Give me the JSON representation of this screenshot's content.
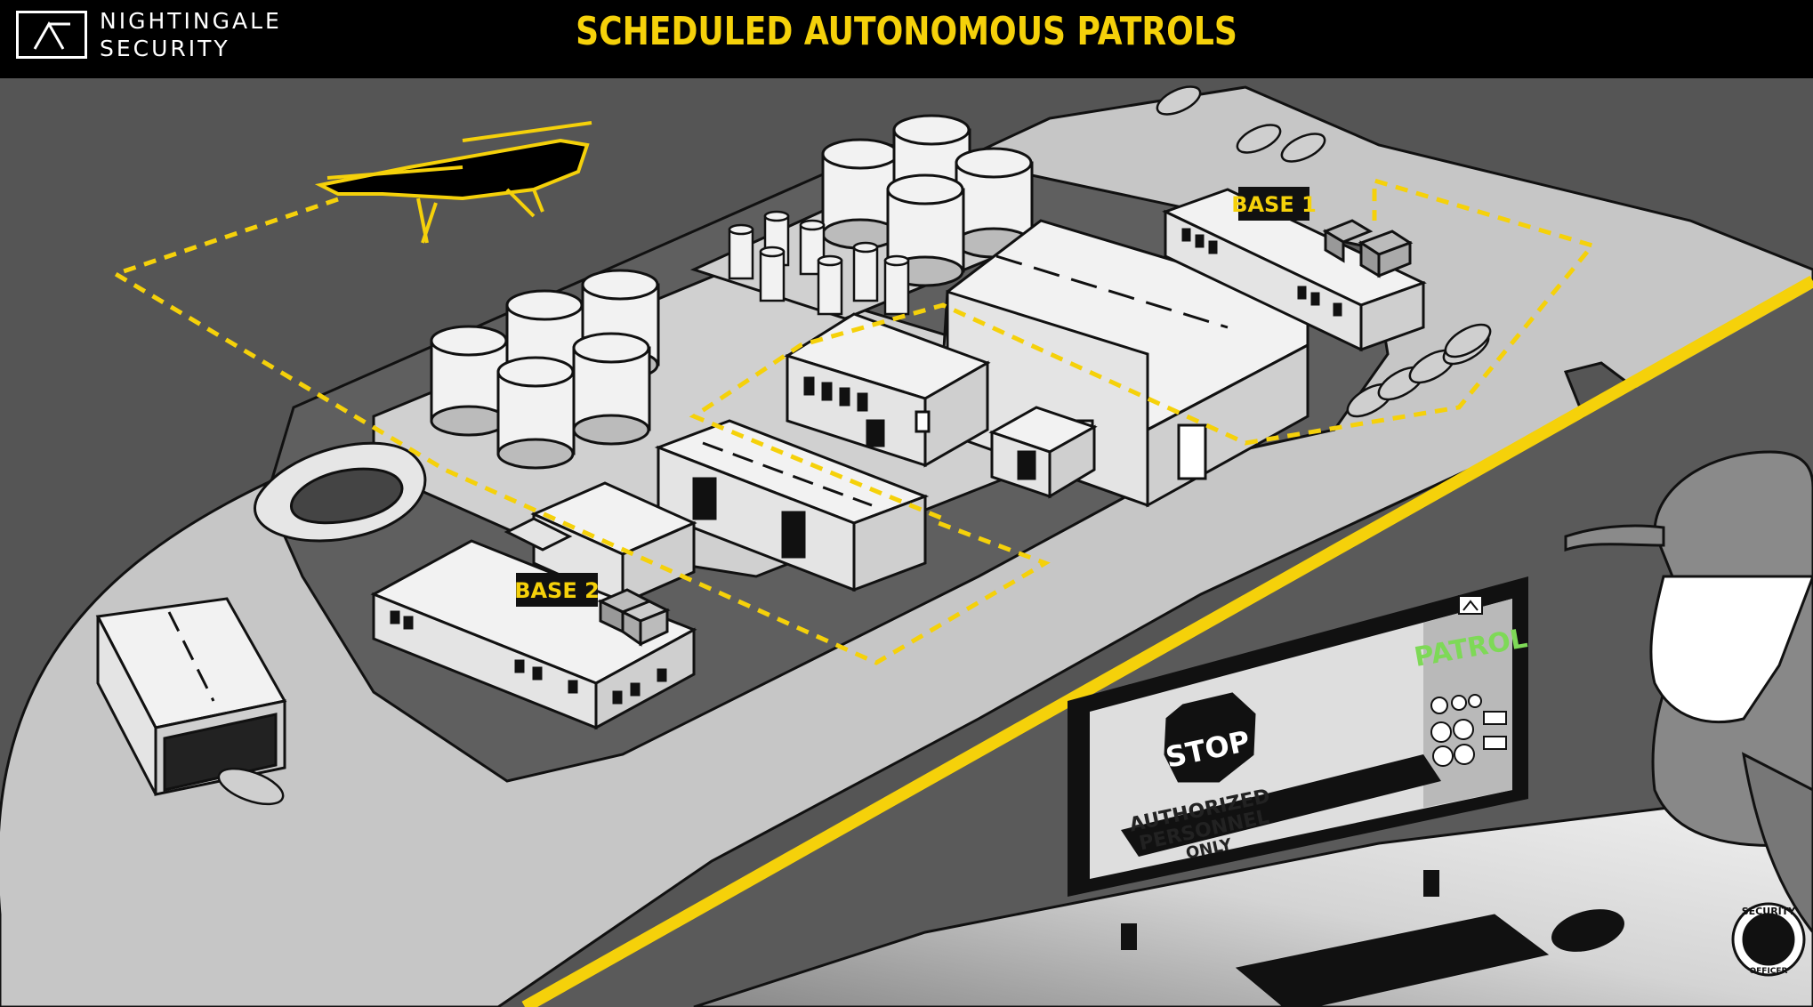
{
  "header": {
    "logo_line1": "NIGHTINGALE",
    "logo_line2": "SECURITY",
    "title": "SCHEDULED AUTONOMOUS PATROLS"
  },
  "scene": {
    "base1_label": "BASE 1",
    "base2_label": "BASE 2"
  },
  "monitor": {
    "status_label": "PATROL",
    "sign_stop": "STOP",
    "sign_line1": "AUTHORIZED",
    "sign_line2": "PERSONNEL",
    "sign_line3": "ONLY"
  },
  "badge": {
    "top_text": "SECURITY",
    "bottom_text": "OFFICER"
  },
  "colors": {
    "accent_yellow": "#f5d10a",
    "ground_dark": "#555555",
    "road_light": "#c8c8c8",
    "patrol_green": "#7ed957"
  },
  "icons": {
    "logo": "nightingale-logo-icon",
    "drone": "drone-icon"
  }
}
